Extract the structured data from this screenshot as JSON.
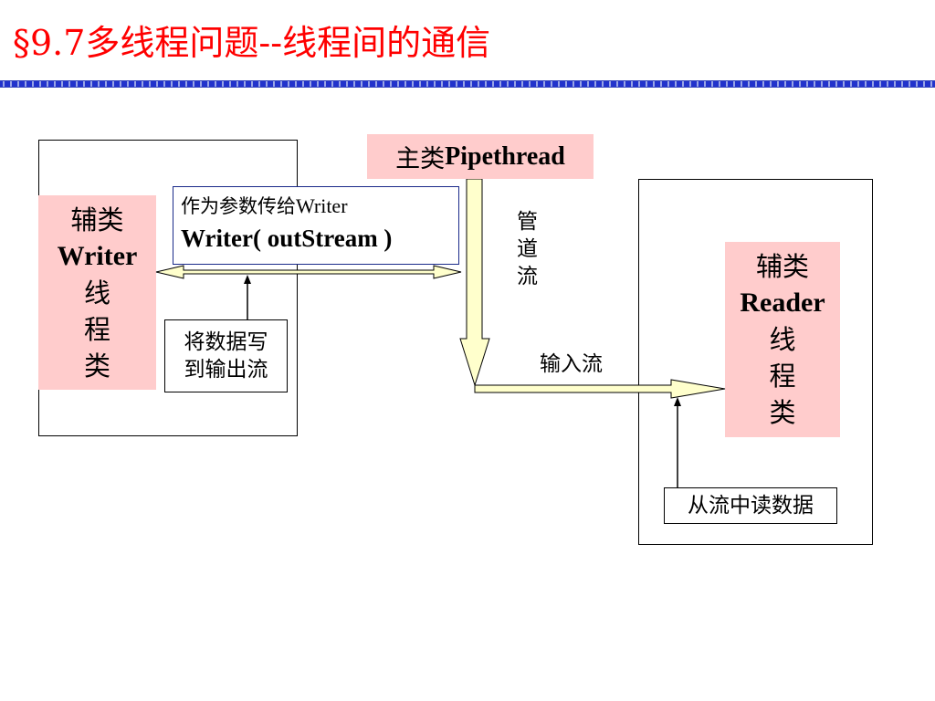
{
  "slide": {
    "title": "§9.7多线程问题--线程间的通信",
    "colors": {
      "title": "#ff0000",
      "class_fill": "#ffcccc",
      "pipe_fill": "#ffffcc",
      "rule": "#2233cc"
    }
  },
  "writer_class": {
    "lines": [
      "辅类",
      "Writer",
      "线",
      "程",
      "类"
    ]
  },
  "reader_class": {
    "lines": [
      "辅类",
      "Reader",
      "线",
      "程",
      "类"
    ]
  },
  "main_class": {
    "prefix": "主类",
    "name": "Pipethread"
  },
  "param_box": {
    "line1_prefix": "作为参数传给",
    "line1_name": "Writer",
    "line2": "Writer( outStream )"
  },
  "writer_note": {
    "line1": "将数据写",
    "line2": "到输出流"
  },
  "pipe_label": [
    "管",
    "道",
    "流"
  ],
  "input_stream_label": "输入流",
  "reader_note": "从流中读数据"
}
